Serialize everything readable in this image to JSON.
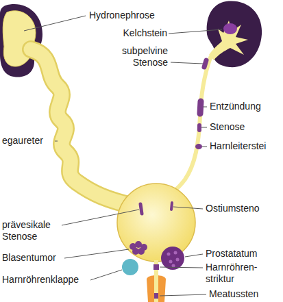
{
  "diagram": {
    "labels": [
      "Hydronephrose",
      "Kelchstein",
      "subpelvine Stenose",
      "egaureter",
      "Entzündung",
      "Stenose",
      "Harnleiterstei",
      "Ostiumsteno",
      "prävesikale Stenose",
      "Blasentumor",
      "Prostatatum",
      "Harnröhren- striktur",
      "Harnröhrenklappe",
      "Meatussten"
    ]
  }
}
